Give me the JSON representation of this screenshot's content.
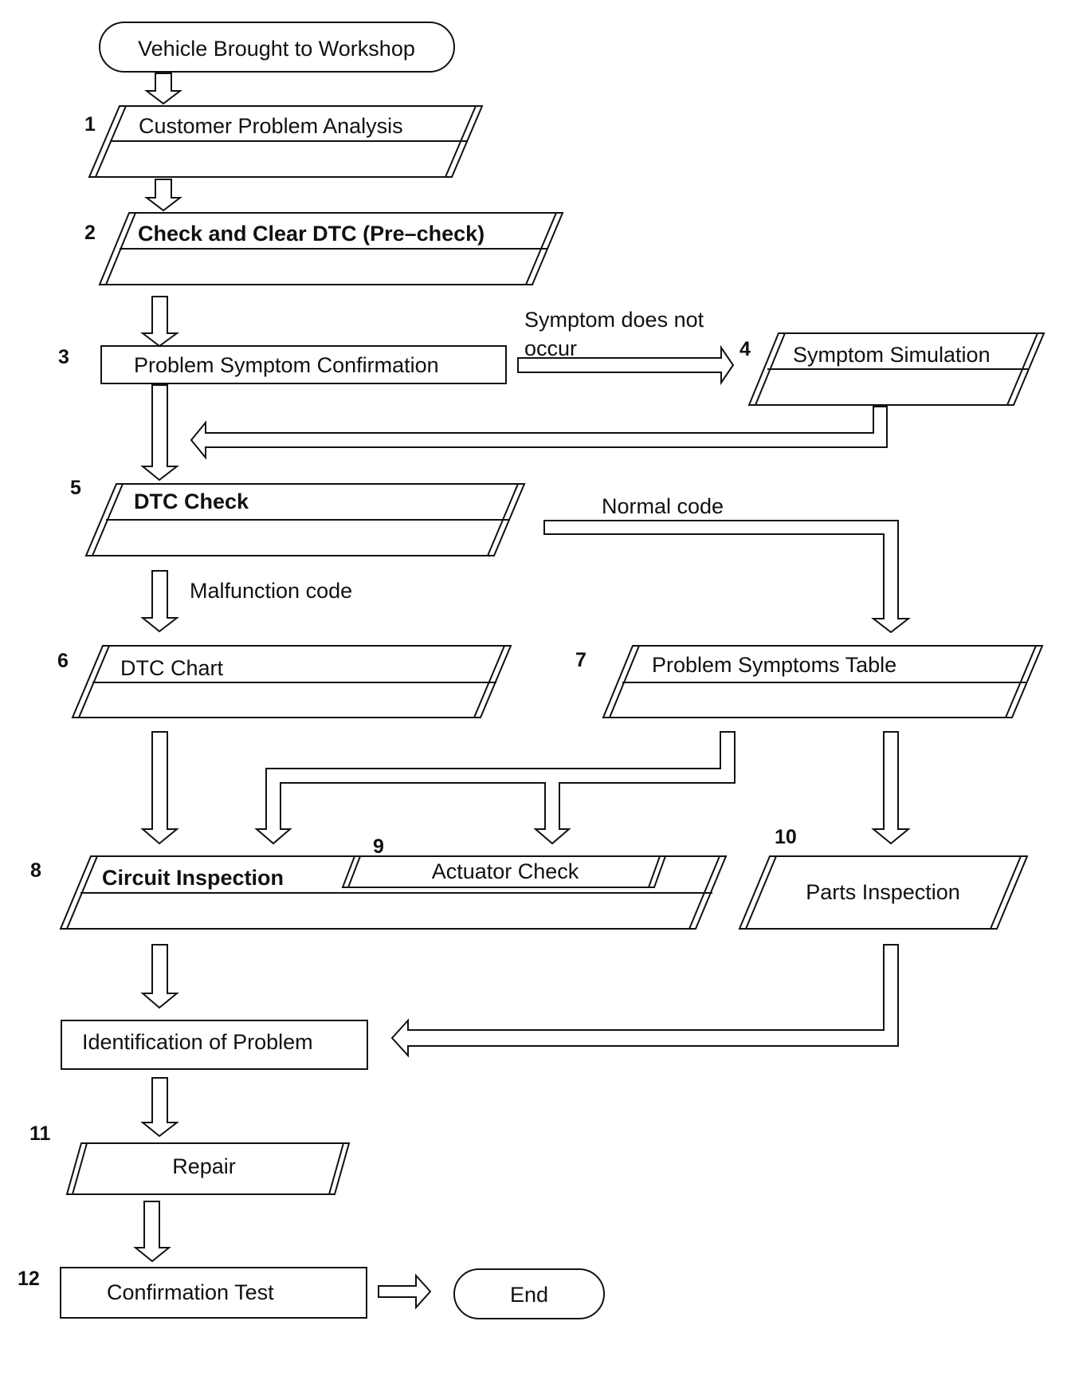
{
  "nodes": {
    "start": "Vehicle Brought to Workshop",
    "step1": "Customer Problem Analysis",
    "step2": "Check and Clear DTC (Pre–check)",
    "step3": "Problem Symptom Confirmation",
    "step4": "Symptom Simulation",
    "step5": "DTC Check",
    "step6": "DTC Chart",
    "step7": "Problem Symptoms Table",
    "step8": "Circuit Inspection",
    "step9": "Actuator Check",
    "step10": "Parts Inspection",
    "identify": "Identification of Problem",
    "step11": "Repair",
    "step12": "Confirmation Test",
    "end": "End"
  },
  "numbers": {
    "n1": "1",
    "n2": "2",
    "n3": "3",
    "n4": "4",
    "n5": "5",
    "n6": "6",
    "n7": "7",
    "n8": "8",
    "n9": "9",
    "n10": "10",
    "n11": "11",
    "n12": "12"
  },
  "edge_labels": {
    "symptom_line1": "Symptom does not",
    "symptom_line2": "occur",
    "normal_code": "Normal code",
    "malfunction_code": "Malfunction code"
  }
}
